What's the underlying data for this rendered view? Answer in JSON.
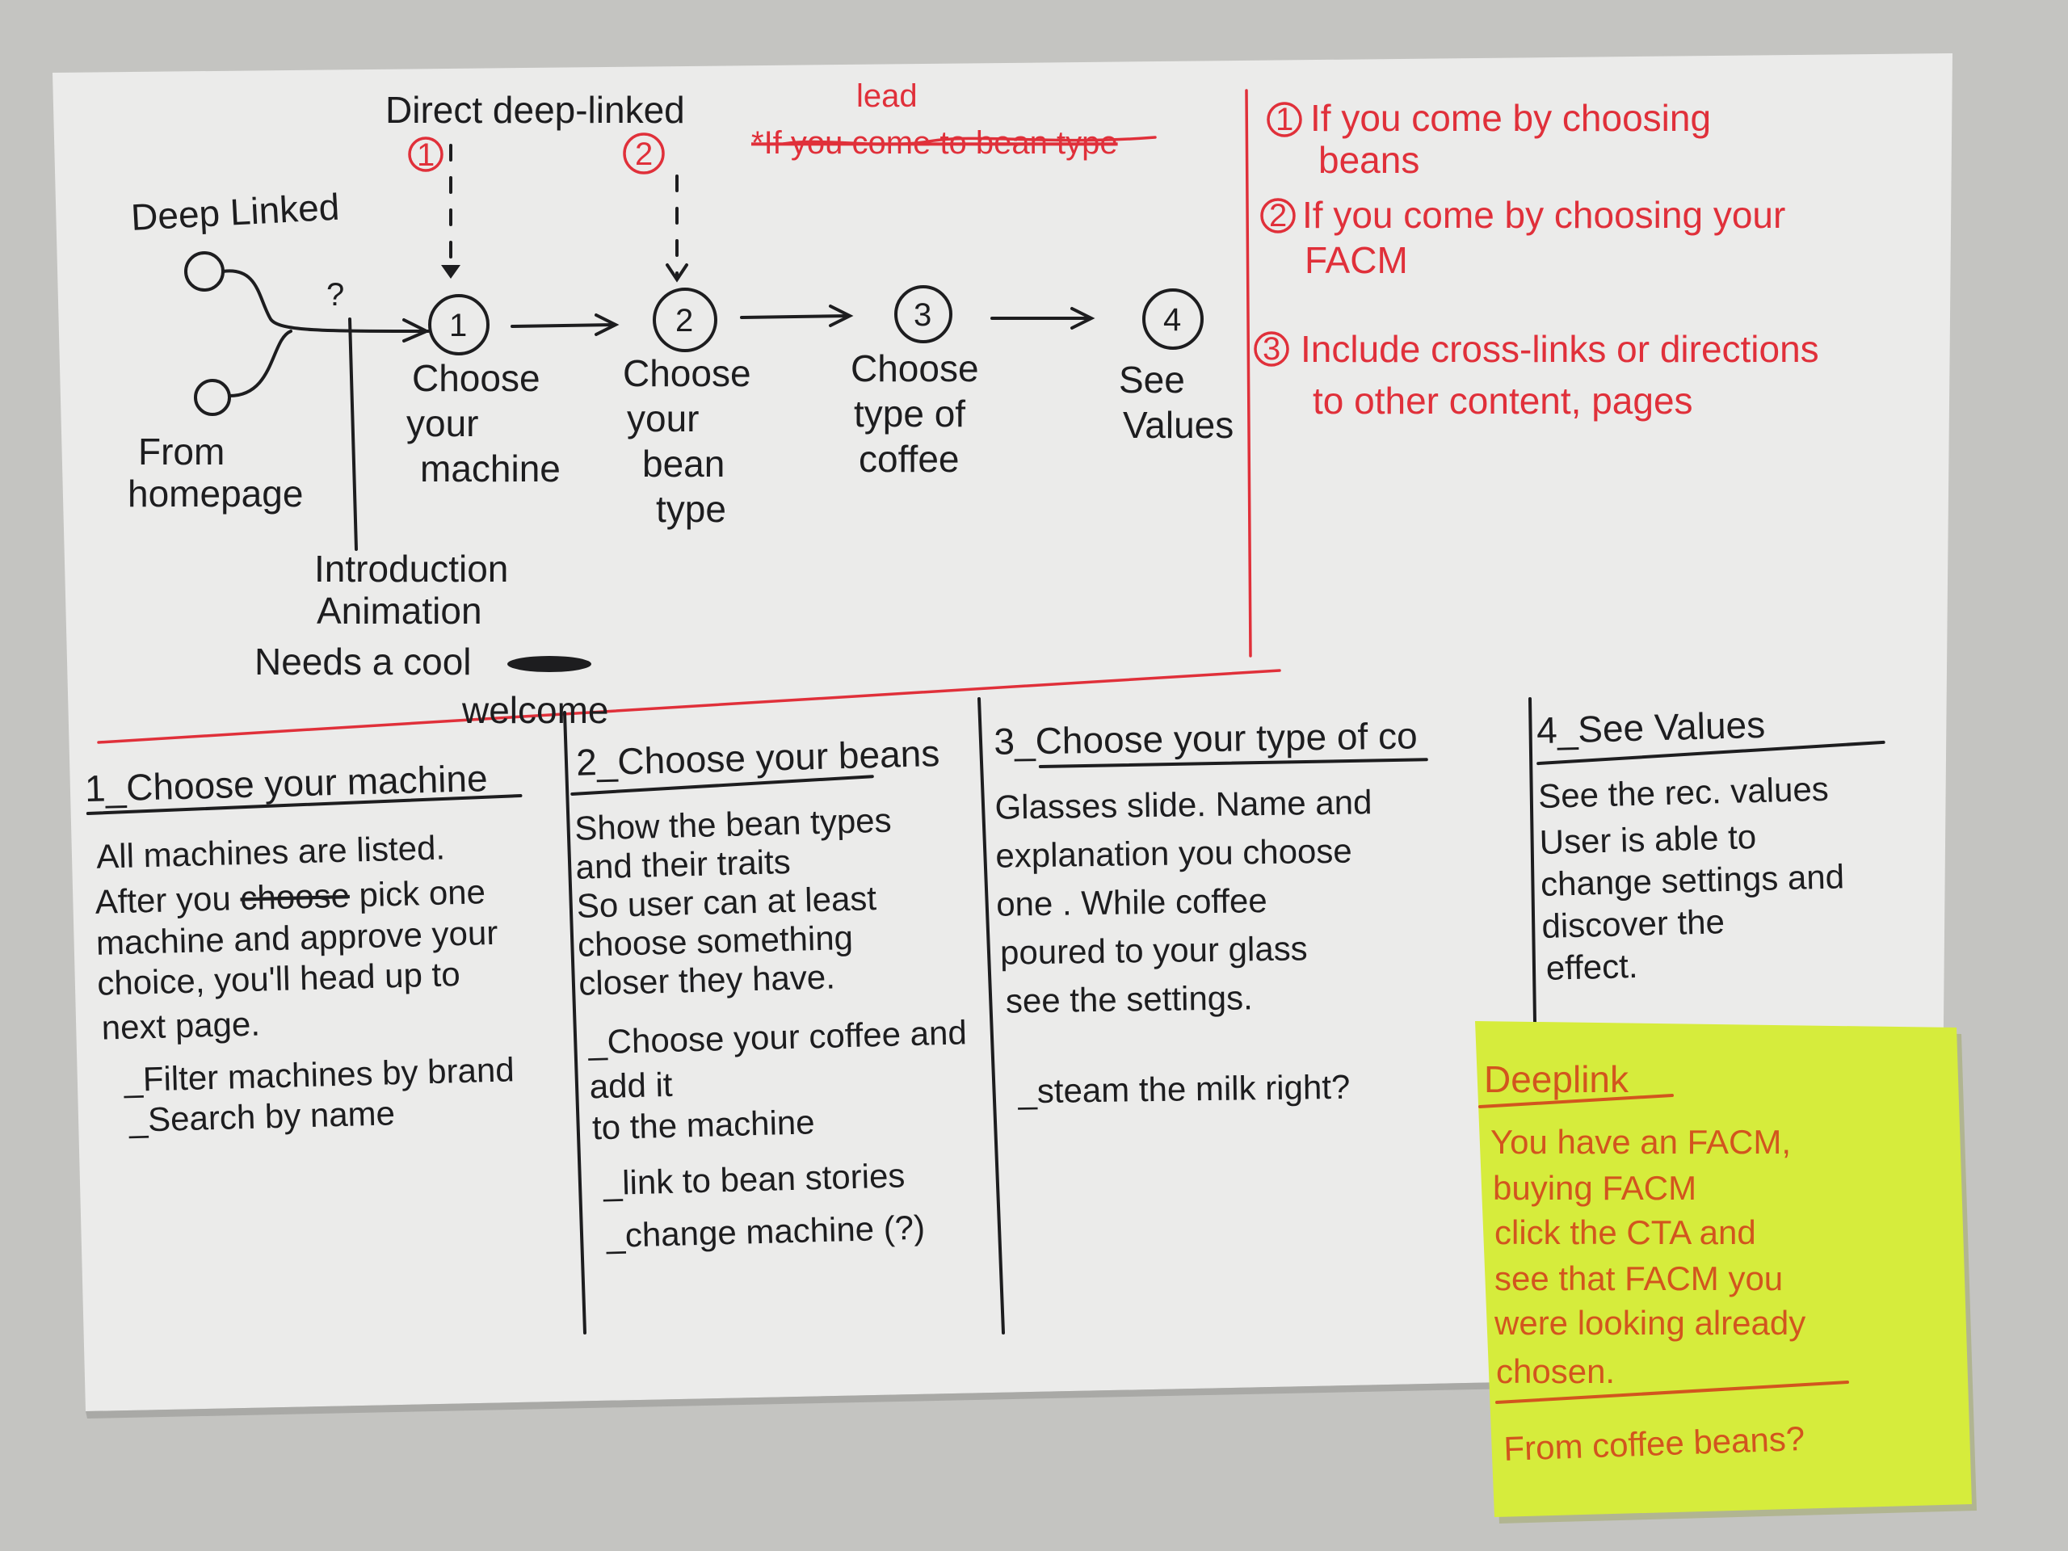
{
  "colors": {
    "wall": "#c4c4c1",
    "paper": "#ebebea",
    "ink": "#1d1d1f",
    "red_pen": "#e0303a",
    "sticky": "#d6ec3c",
    "orange_pen": "#d2551e"
  },
  "flow": {
    "direct_deep_linked": "Direct deep-linked",
    "marker_1": "1",
    "marker_2": "2",
    "struck_note": "*If you come to bean type",
    "struck_note_above": "lead",
    "deep_linked": "Deep Linked",
    "from_homepage": [
      "From",
      "homepage"
    ],
    "question": "?",
    "intro": [
      "Introduction",
      "Animation"
    ],
    "needs_cool": "Needs a cool",
    "welcome": "welcome",
    "steps": [
      {
        "num": "1",
        "label": [
          "Choose",
          "your",
          "machine"
        ]
      },
      {
        "num": "2",
        "label": [
          "Choose",
          "your",
          "bean",
          "type"
        ]
      },
      {
        "num": "3",
        "label": [
          "Choose",
          "type of",
          "coffee"
        ]
      },
      {
        "num": "4",
        "label": [
          "See",
          "Values"
        ]
      }
    ]
  },
  "notes": [
    {
      "num": "1",
      "lines": [
        "If you come by choosing",
        "beans"
      ]
    },
    {
      "num": "2",
      "lines": [
        "If you come by choosing your",
        "FACM"
      ]
    },
    {
      "num": "3",
      "lines": [
        "Include cross-links or directions",
        "to other content, pages"
      ]
    }
  ],
  "columns": [
    {
      "title": "1_Choose your machine",
      "lines": [
        "All machines are listed.",
        "After you",
        "choose",
        "pick one",
        "machine and approve your",
        "choice, you'll head up to",
        "next page.",
        "_Filter machines by brand",
        "_Search by name"
      ]
    },
    {
      "title": "2_Choose your beans",
      "lines": [
        "Show the bean types",
        "and their traits",
        "So user can at least",
        "choose something",
        "closer they have.",
        "_Choose your coffee and",
        "add it",
        "to the machine",
        "_link to bean stories",
        "_change machine (?)"
      ]
    },
    {
      "title": "3_Choose your type of co",
      "lines": [
        "Glasses slide. Name and",
        "explanation you choose",
        "one . While coffee",
        "poured to your glass",
        "see the settings.",
        "_steam the milk right?"
      ]
    },
    {
      "title": "4_See Values",
      "lines": [
        "See the rec. values",
        "User is able to",
        "change settings and",
        "discover the",
        "effect."
      ]
    }
  ],
  "sticky": {
    "title": "Deeplink",
    "lines": [
      "You have an FACM,",
      "buying FACM",
      "click the CTA and",
      "see that FACM you",
      "were looking already",
      "chosen."
    ],
    "footer": "From coffee beans?"
  }
}
